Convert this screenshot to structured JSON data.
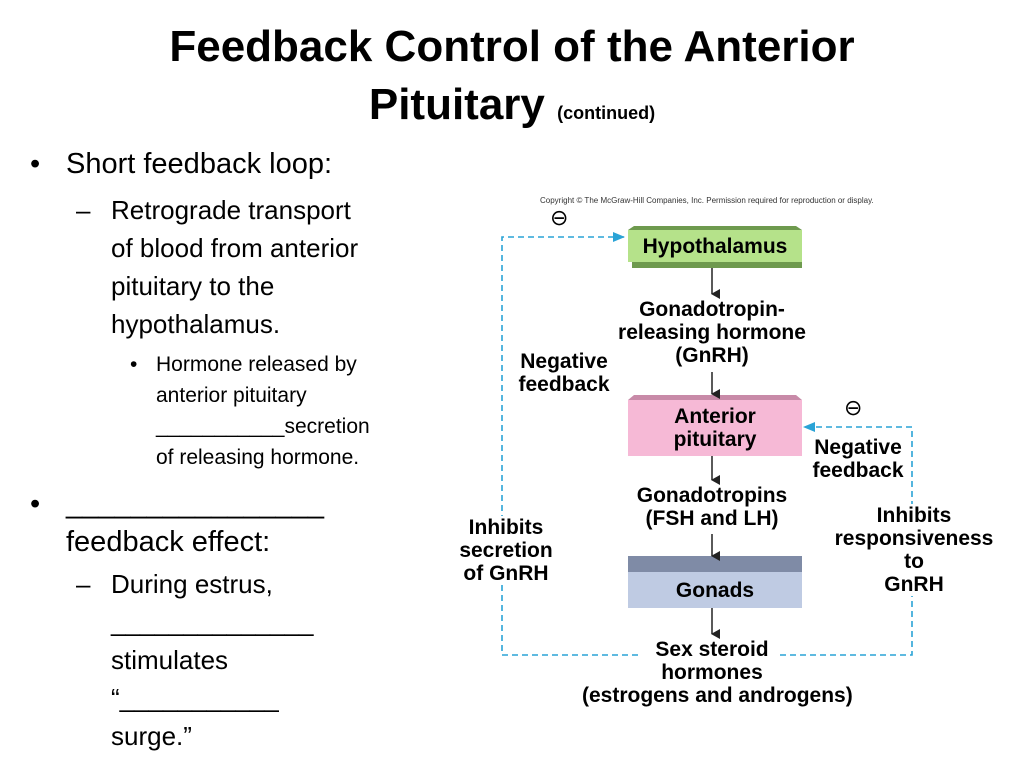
{
  "slide": {
    "title_main": "Feedback Control of the Anterior",
    "title_line2": "Pituitary",
    "title_suffix": "(continued)"
  },
  "bullets": {
    "b1": "Short feedback loop:",
    "b1_sub1": [
      "Retrograde transport",
      "of blood from anterior",
      "pituitary to the",
      "hypothalamus."
    ],
    "b1_sub1_sub": [
      "Hormone released by",
      "anterior pituitary",
      "___________secretion",
      "of releasing hormone."
    ],
    "b2": [
      "________________",
      "feedback effect:"
    ],
    "b2_sub1": [
      "During estrus,",
      "______________",
      "stimulates",
      "“___________",
      "surge.”"
    ],
    "markers": {
      "level1": "•",
      "level2": "–",
      "level3": "•"
    }
  },
  "diagram": {
    "copyright": "Copyright © The McGraw-Hill Companies, Inc. Permission required for reproduction or display.",
    "hypothalamus": "Hypothalamus",
    "gnrh": [
      "Gonadotropin-",
      "releasing hormone",
      "(GnRH)"
    ],
    "anterior_pituitary": [
      "Anterior",
      "pituitary"
    ],
    "gonadotropins": [
      "Gonadotropins",
      "(FSH and LH)"
    ],
    "gonads": "Gonads",
    "sex_steroids": [
      "Sex steroid",
      "hormones",
      "(estrogens and androgens)"
    ],
    "neg_feedback_left": [
      "Negative",
      "feedback"
    ],
    "neg_feedback_right": [
      "Negative",
      "feedback"
    ],
    "inhibits_gnrh": [
      "Inhibits",
      "secretion",
      "of GnRH"
    ],
    "inhibits_response": [
      "Inhibits",
      "responsiveness",
      "to",
      "GnRH"
    ],
    "minus_symbol": "⊖",
    "colors": {
      "hypothalamus": "#b5e28a",
      "hypothalamus_shadow": "#6e9a4e",
      "pituitary": "#f6b9d6",
      "pituitary_shadow": "#c88aa8",
      "gonads": "#bfcbe3",
      "gonads_shadow": "#7f8ba6",
      "dashed_line": "#2aa3d6"
    }
  }
}
